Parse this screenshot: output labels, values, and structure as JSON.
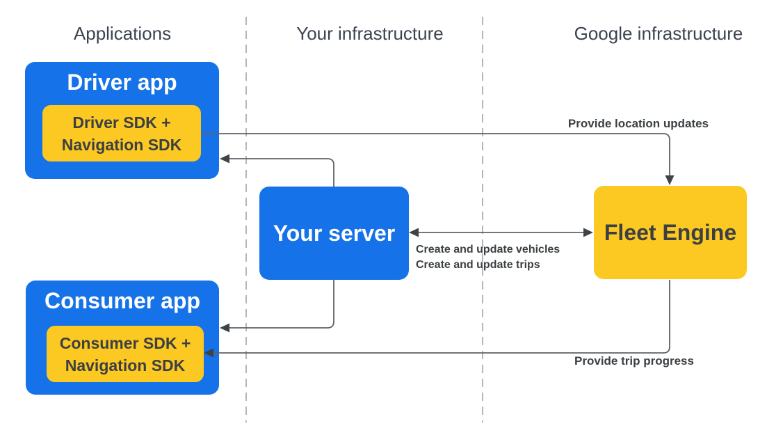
{
  "diagram": {
    "columns": [
      {
        "id": "applications",
        "label": "Applications"
      },
      {
        "id": "your_infrastructure",
        "label": "Your infrastructure"
      },
      {
        "id": "google_infrastructure",
        "label": "Google infrastructure"
      }
    ],
    "nodes": {
      "driver_app": {
        "title": "Driver app",
        "sdk_line1": "Driver SDK +",
        "sdk_line2": "Navigation SDK"
      },
      "your_server": {
        "title": "Your server"
      },
      "fleet_engine": {
        "title": "Fleet Engine"
      },
      "consumer_app": {
        "title": "Consumer app",
        "sdk_line1": "Consumer SDK +",
        "sdk_line2": "Navigation SDK"
      }
    },
    "edges": {
      "provide_location_updates": {
        "label": "Provide location updates",
        "from": "Driver SDK + Navigation SDK",
        "to": "Fleet Engine"
      },
      "server_to_driver_app": {
        "label": "",
        "from": "Your server",
        "to": "Driver app"
      },
      "server_fleet_engine_bidirectional": {
        "line1": "Create and update vehicles",
        "line2": "Create and update trips",
        "from": "Your server",
        "to": "Fleet Engine"
      },
      "server_to_consumer_app": {
        "label": "",
        "from": "Your server",
        "to": "Consumer app"
      },
      "provide_trip_progress": {
        "label": "Provide trip progress",
        "from": "Fleet Engine",
        "to": "Consumer SDK + Navigation SDK"
      }
    },
    "colors": {
      "node_blue": "#1572e8",
      "node_yellow": "#fcc822",
      "connector": "#5f6368",
      "arrowhead": "#3e4347",
      "dashed_separator": "#a2a5a9",
      "label_text": "#3c4043",
      "header_text": "#3c4350",
      "background": "#ffffff"
    }
  }
}
